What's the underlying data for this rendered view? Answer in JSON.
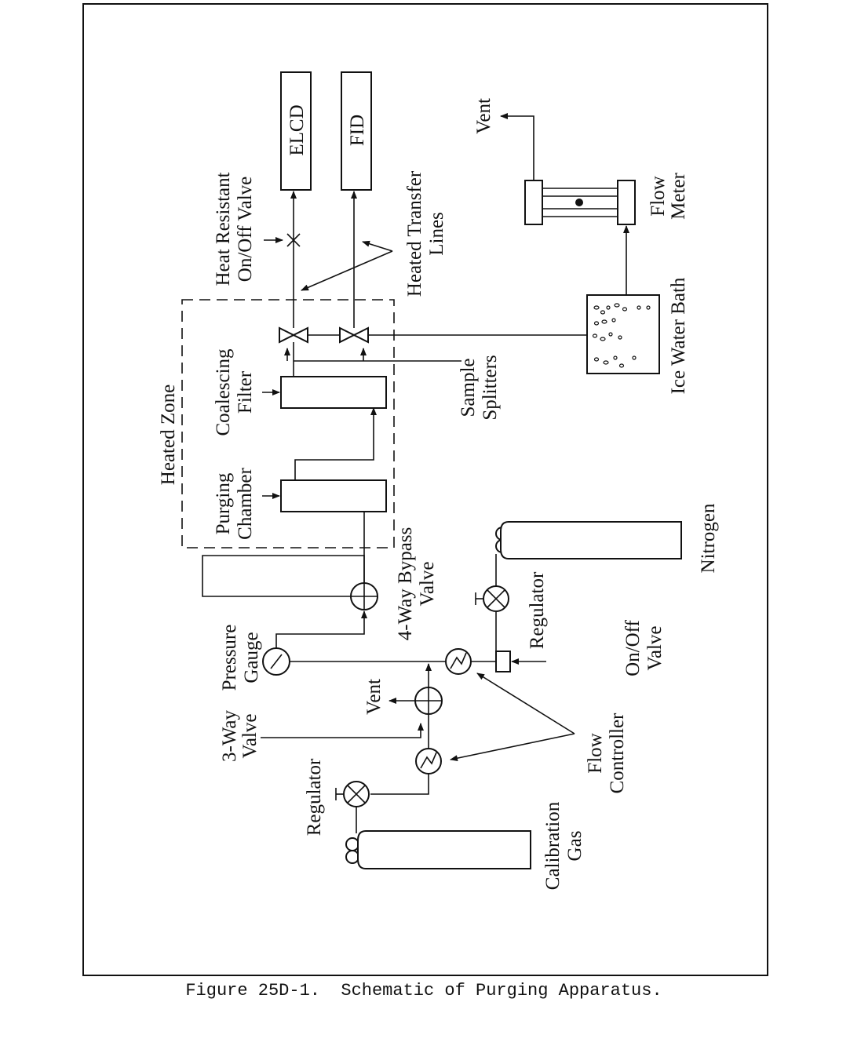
{
  "labels": {
    "heated_zone": "Heated Zone",
    "purging_chamber_1": "Purging",
    "purging_chamber_2": "Chamber",
    "coalescing_filter_1": "Coalescing",
    "coalescing_filter_2": "Filter",
    "heat_resistant_1": "Heat Resistant",
    "heat_resistant_2": "On/Off Valve",
    "elcd": "ELCD",
    "fid": "FID",
    "heated_transfer_1": "Heated Transfer",
    "heated_transfer_2": "Lines",
    "vent_top": "Vent",
    "flow_meter_1": "Flow",
    "flow_meter_2": "Meter",
    "ice_water_bath": "Ice Water Bath",
    "sample_splitters_1": "Sample",
    "sample_splitters_2": "Splitters",
    "four_way_1": "4-Way Bypass",
    "four_way_2": "Valve",
    "pressure_gauge_1": "Pressure",
    "pressure_gauge_2": "Gauge",
    "three_way_1": "3-Way",
    "three_way_2": "Valve",
    "vent_mid": "Vent",
    "regulator_left": "Regulator",
    "regulator_right": "Regulator",
    "calibration_gas_1": "Calibration",
    "calibration_gas_2": "Gas",
    "flow_controller_1": "Flow",
    "flow_controller_2": "Controller",
    "onoff_valve_1": "On/Off",
    "onoff_valve_2": "Valve",
    "nitrogen": "Nitrogen"
  },
  "caption": "Figure 25D-1.  Schematic of Purging Apparatus."
}
